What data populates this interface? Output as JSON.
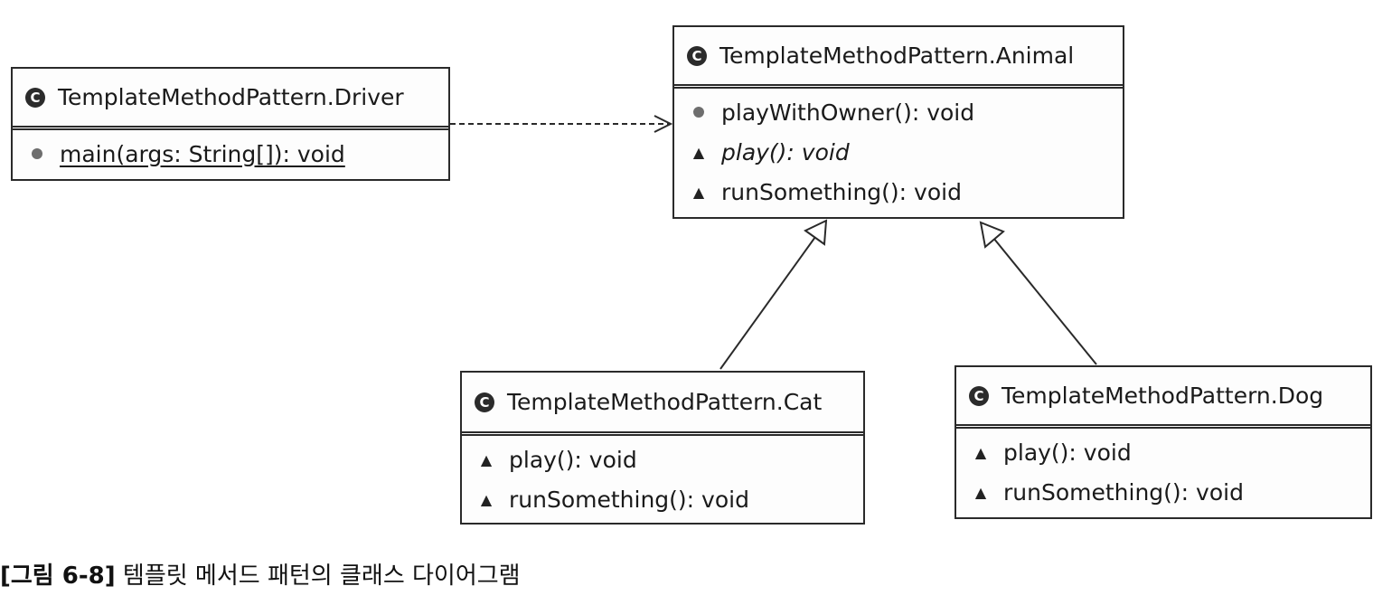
{
  "classes": {
    "driver": {
      "name": "TemplateMethodPattern.Driver",
      "methods": [
        {
          "label": "main(args: String[]): void",
          "visibility": "public",
          "static": true
        }
      ]
    },
    "animal": {
      "name": "TemplateMethodPattern.Animal",
      "methods": [
        {
          "label": "playWithOwner(): void",
          "visibility": "public"
        },
        {
          "label": "play(): void",
          "visibility": "package",
          "abstract": true
        },
        {
          "label": "runSomething(): void",
          "visibility": "package"
        }
      ]
    },
    "cat": {
      "name": "TemplateMethodPattern.Cat",
      "methods": [
        {
          "label": "play(): void",
          "visibility": "package"
        },
        {
          "label": "runSomething(): void",
          "visibility": "package"
        }
      ]
    },
    "dog": {
      "name": "TemplateMethodPattern.Dog",
      "methods": [
        {
          "label": "play(): void",
          "visibility": "package"
        },
        {
          "label": "runSomething(): void",
          "visibility": "package"
        }
      ]
    }
  },
  "relations": [
    {
      "from": "Driver",
      "to": "Animal",
      "kind": "dependency"
    },
    {
      "from": "Cat",
      "to": "Animal",
      "kind": "generalization"
    },
    {
      "from": "Dog",
      "to": "Animal",
      "kind": "generalization"
    }
  ],
  "caption": {
    "figure_label": "[그림 6-8]",
    "text": "템플릿 메서드 패턴의 클래스 다이어그램"
  }
}
